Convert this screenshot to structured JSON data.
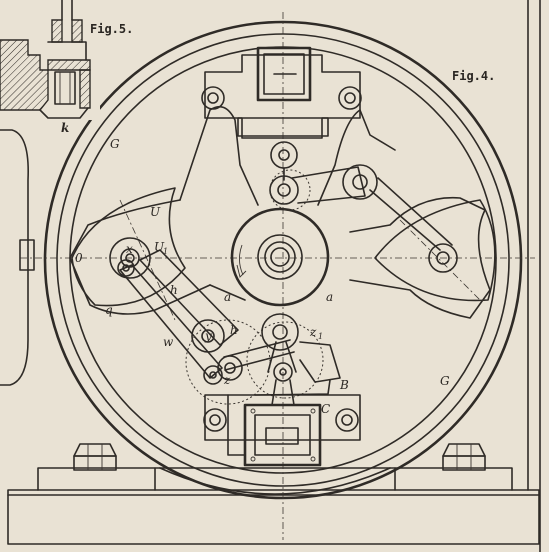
{
  "figures": {
    "fig4": "Fig.4.",
    "fig5": "Fig.5."
  },
  "labels": {
    "G_left": "G",
    "G_right": "G",
    "U": "U",
    "U1": "U",
    "U1_sub": "1",
    "x": "x",
    "zero": "0",
    "q": "q",
    "h_upper": "h",
    "h_lower": "h",
    "w": "w",
    "y": "y",
    "z": "z",
    "z1": "z",
    "z1_sub": "1",
    "a_left": "a",
    "a_right": "a",
    "B": "B",
    "C": "C",
    "k": "k"
  },
  "colors": {
    "paper": "#e9e2d4",
    "ink": "#2f2b27"
  }
}
